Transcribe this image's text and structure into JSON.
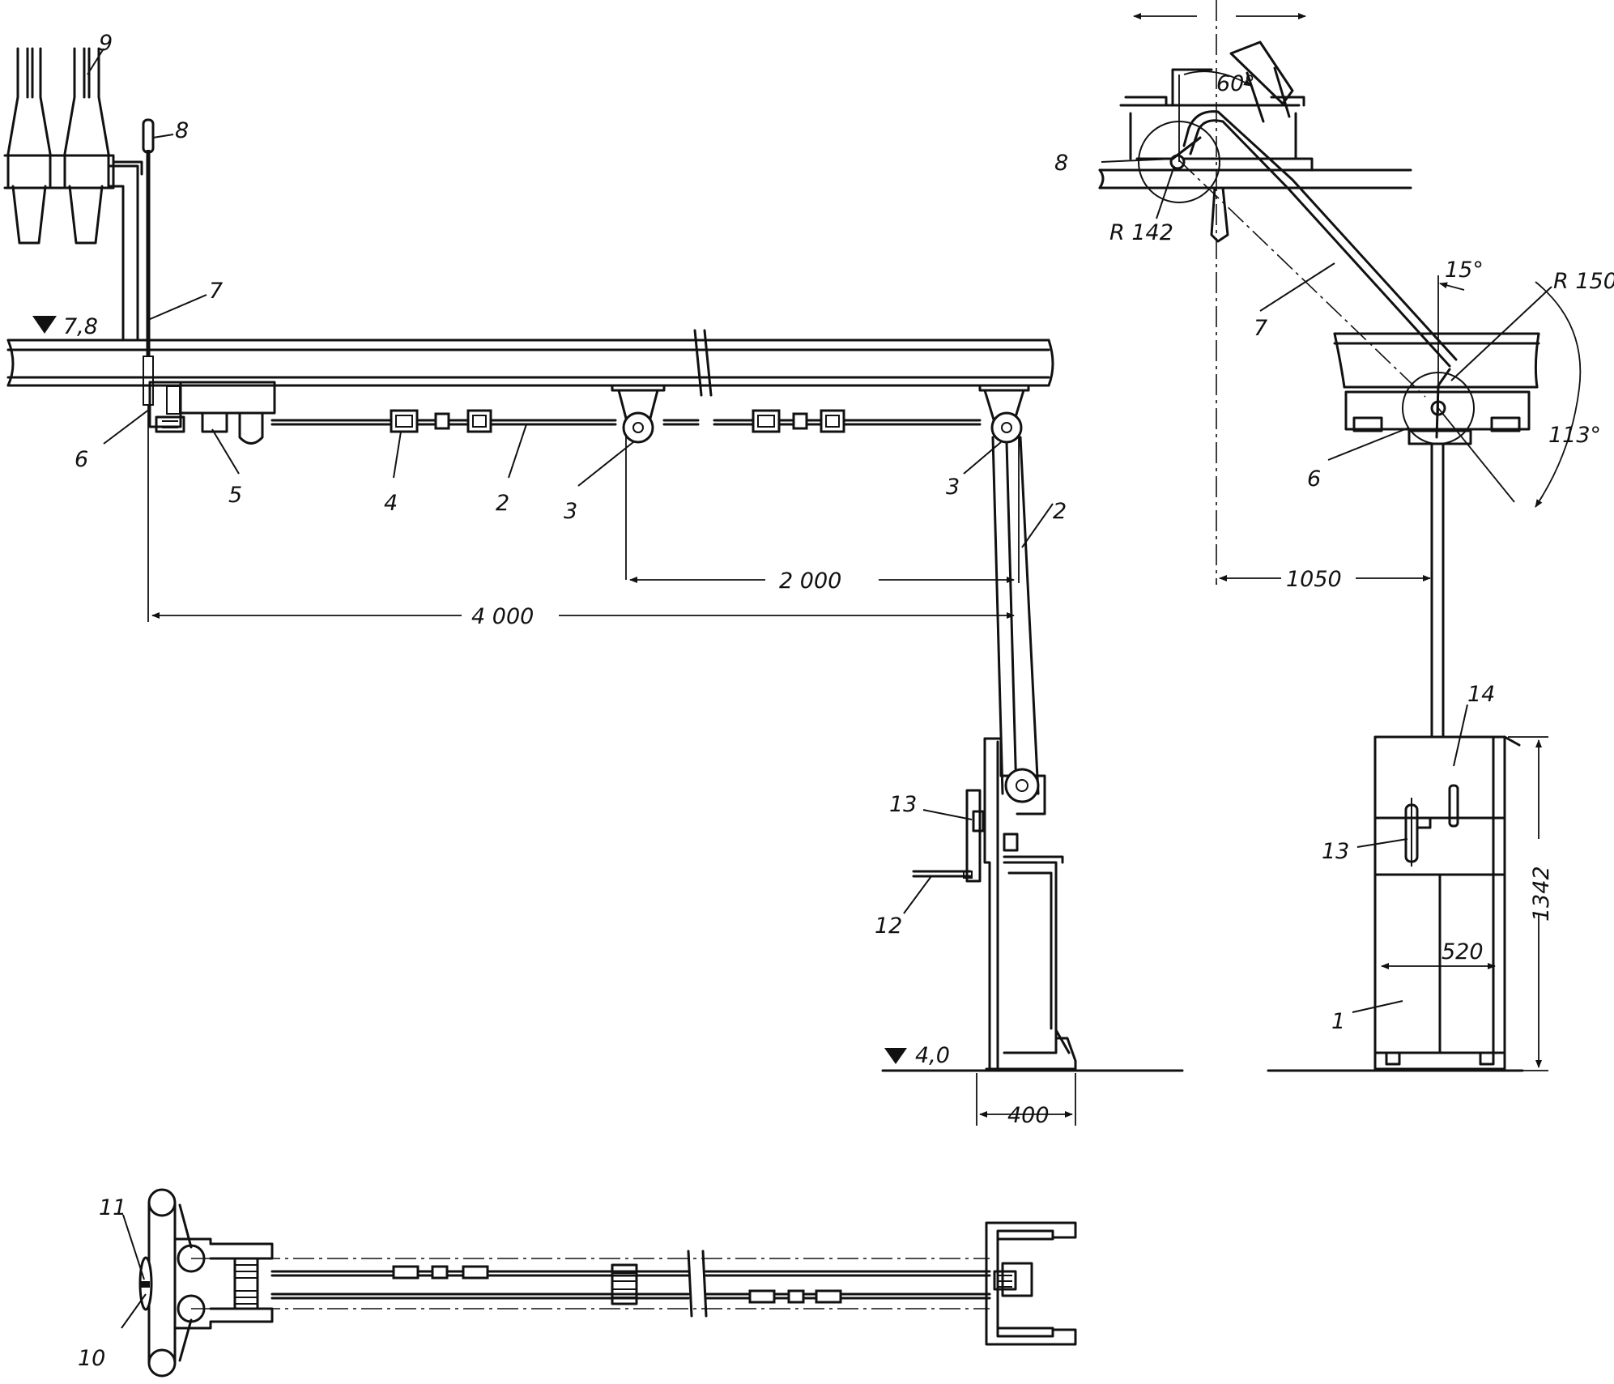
{
  "labels": {
    "l1": "1",
    "l2a": "2",
    "l2b": "2",
    "l3a": "3",
    "l3b": "3",
    "l4": "4",
    "l5": "5",
    "l6a": "6",
    "l6b": "6",
    "l7a": "7",
    "l7b": "7",
    "l8a": "8",
    "l8b": "8",
    "l9": "9",
    "l10": "10",
    "l11": "11",
    "l12": "12",
    "l13a": "13",
    "l13b": "13",
    "l14": "14"
  },
  "dimensions": {
    "d4000": "4 000",
    "d2000": "2 000",
    "d1050": "1050",
    "d400": "400",
    "d520": "520",
    "d1342": "1342",
    "r142": "R 142",
    "r150": "R 150"
  },
  "angles": {
    "a60": "60°",
    "a15": "15°",
    "a113": "113°"
  },
  "levels": {
    "upper": "7,8",
    "lower": "4,0"
  }
}
